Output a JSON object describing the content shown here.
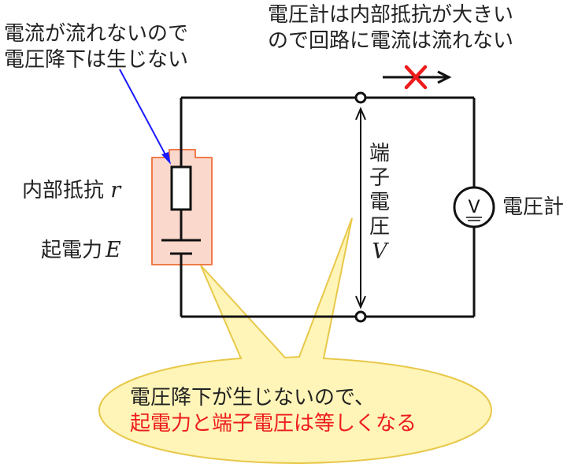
{
  "annotations": {
    "top_left": [
      "電流が流れないので",
      "電圧降下は生じない"
    ],
    "top_right": [
      "電圧計は内部抵抗が大きい",
      "ので回路に電流は流れない"
    ]
  },
  "labels": {
    "internal_resistance": "内部抵抗",
    "internal_resistance_symbol": "r",
    "emf": "起電力",
    "emf_symbol": "E",
    "terminal_voltage_chars": [
      "端",
      "子",
      "電",
      "圧"
    ],
    "terminal_voltage_symbol": "V",
    "voltmeter": "電圧計",
    "voltmeter_symbol": "V"
  },
  "callout": {
    "line1": "電圧降下が生じないので、",
    "line2": "起電力と端子電圧は等しくなる"
  },
  "colors": {
    "wire": "#111111",
    "battery_box_fill": "#fbd8cc",
    "battery_box_stroke": "#f07a4a",
    "arrow_blue": "#1a1aff",
    "cross_red": "#ee1c1c",
    "callout_fill": "#fff5b8",
    "callout_stroke": "#e8c84a",
    "emphasis_red": "#ee1c1c"
  }
}
